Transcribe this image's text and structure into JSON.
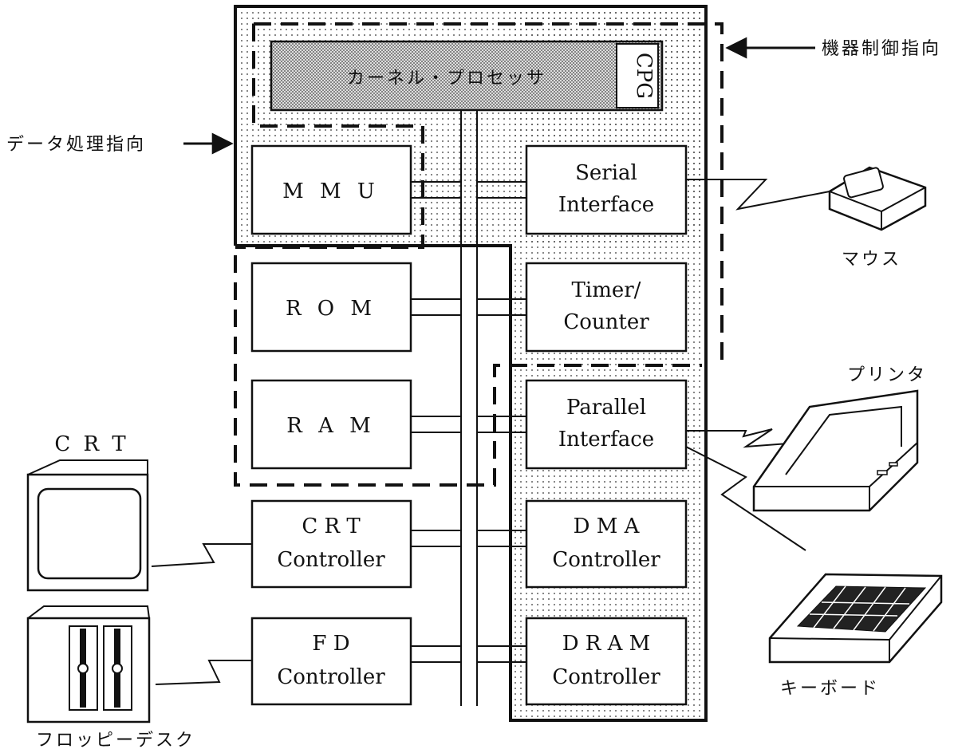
{
  "kernel": {
    "label": "カーネル・プロセッサ",
    "cpg": "CPG"
  },
  "annotations": {
    "data_processing": "データ処理指向",
    "device_control": "機器制御指向"
  },
  "blocks": {
    "mmu": "M M U",
    "rom": "R O M",
    "ram": "R A M",
    "serial": [
      "Serial",
      "Interface"
    ],
    "timer": [
      "Timer/",
      "Counter"
    ],
    "parallel": [
      "Parallel",
      "Interface"
    ],
    "crt_ctrl": [
      "C R T",
      "Controller"
    ],
    "dma": [
      "D M A",
      "Controller"
    ],
    "fd_ctrl": [
      "F D",
      "Controller"
    ],
    "dram": [
      "D R A M",
      "Controller"
    ]
  },
  "devices": {
    "crt": "C R T",
    "mouse": "マウス",
    "printer": "プリンタ",
    "keyboard": "キーボード",
    "floppy": "フロッピーデスク"
  }
}
